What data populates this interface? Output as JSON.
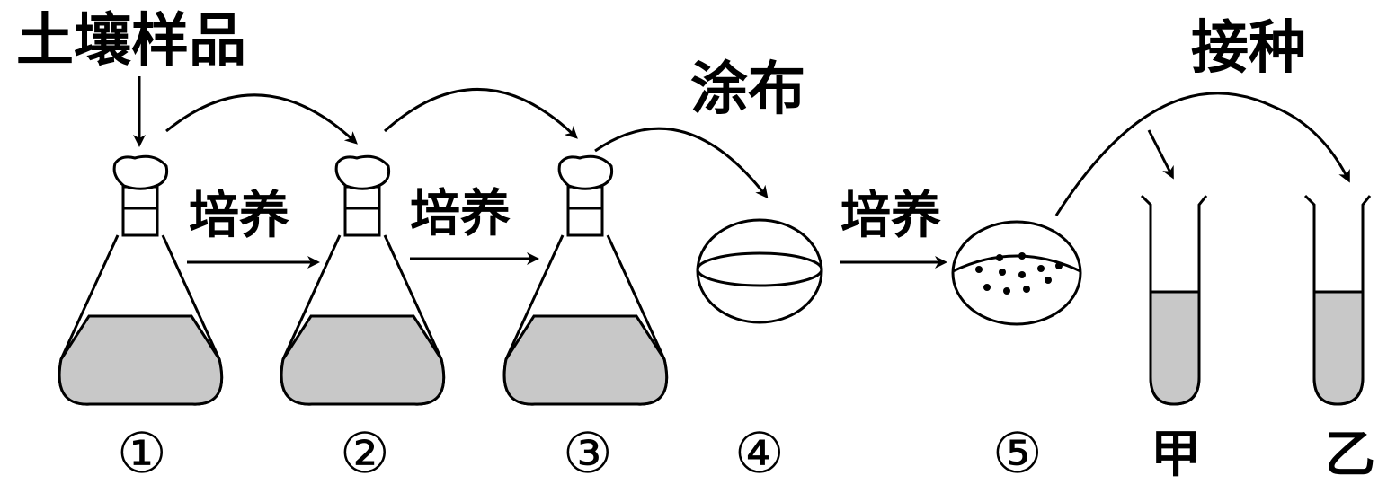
{
  "labels": {
    "soil_sample": "土壤样品",
    "culture": "培养",
    "spread": "涂布",
    "inoculate": "接种"
  },
  "stages": {
    "s1": "①",
    "s2": "②",
    "s3": "③",
    "s4": "④",
    "s5": "⑤"
  },
  "tubes": {
    "tube_a": "甲",
    "tube_b": "乙"
  },
  "colors": {
    "stroke": "#000000",
    "liquid": "#c8c8c8",
    "background": "#ffffff"
  },
  "icons": [
    "flask-icon",
    "petri-dish-icon",
    "test-tube-icon",
    "arrow-icon",
    "curved-arrow-icon"
  ]
}
